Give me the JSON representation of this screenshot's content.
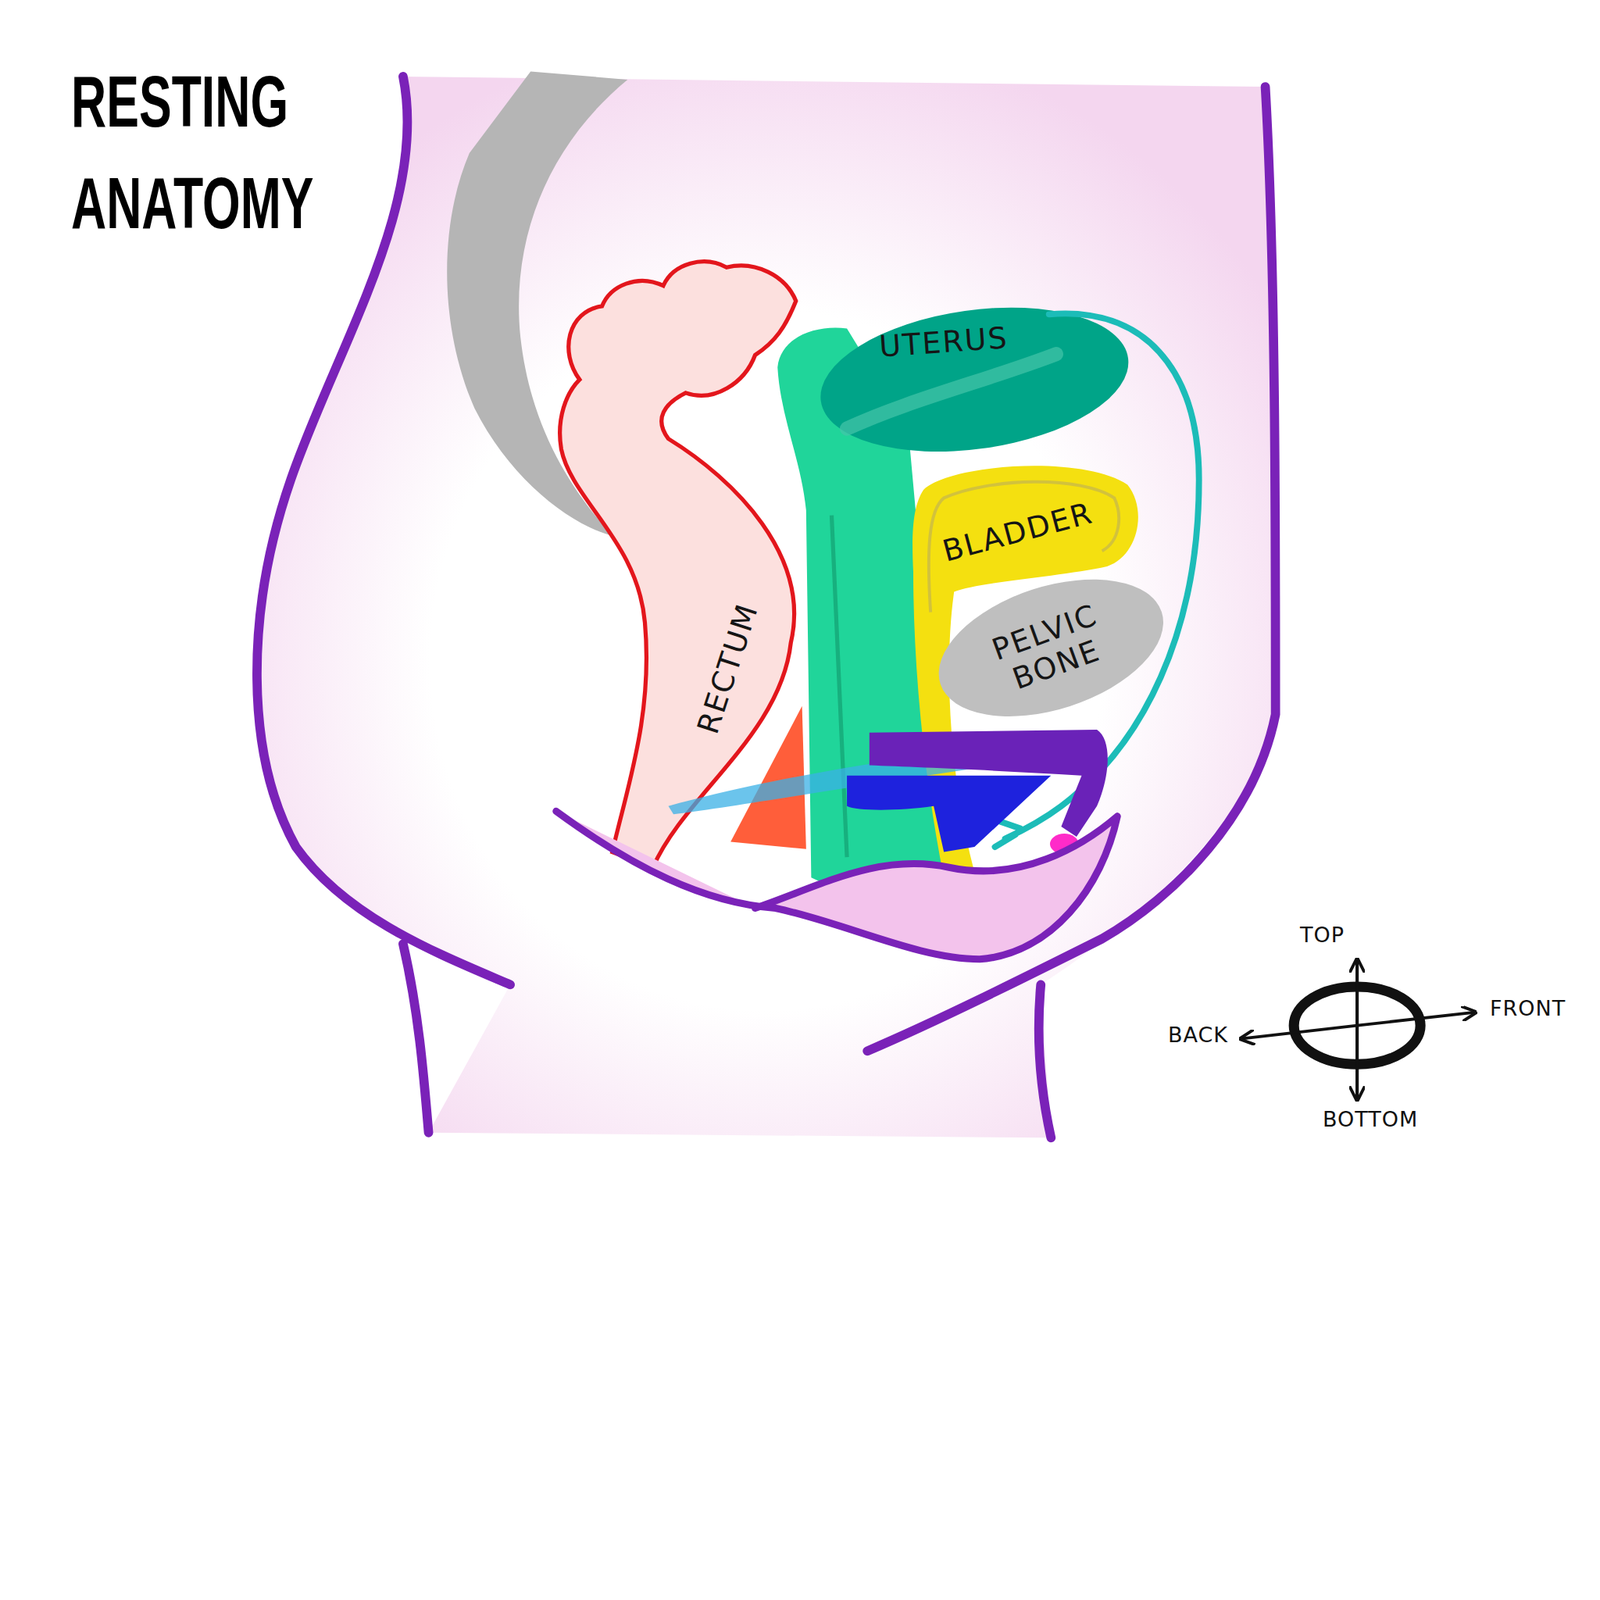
{
  "diagram": {
    "title": "RESTING ANATOMY",
    "nodes": [
      {
        "text": [
          "UTERUS"
        ]
      },
      {
        "text": [
          "BLADDER"
        ]
      },
      {
        "text": [
          "PELVIC BONE"
        ]
      },
      {
        "text": [
          "RECTUM"
        ]
      }
    ],
    "labels": [
      "TOP",
      "FRONT",
      "BACK",
      "BOTTOM"
    ]
  }
}
